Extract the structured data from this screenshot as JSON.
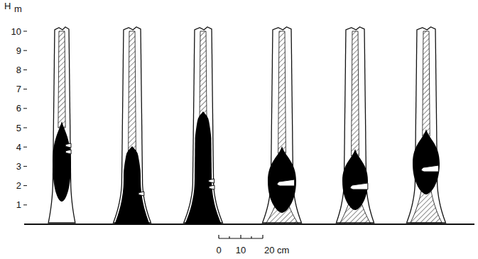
{
  "diagram": {
    "labels": [
      "H",
      "m",
      "10",
      "9",
      "8",
      "7",
      "6",
      "5",
      "4",
      "3",
      "2",
      "1",
      "0",
      "10",
      "20 cm"
    ]
  }
}
